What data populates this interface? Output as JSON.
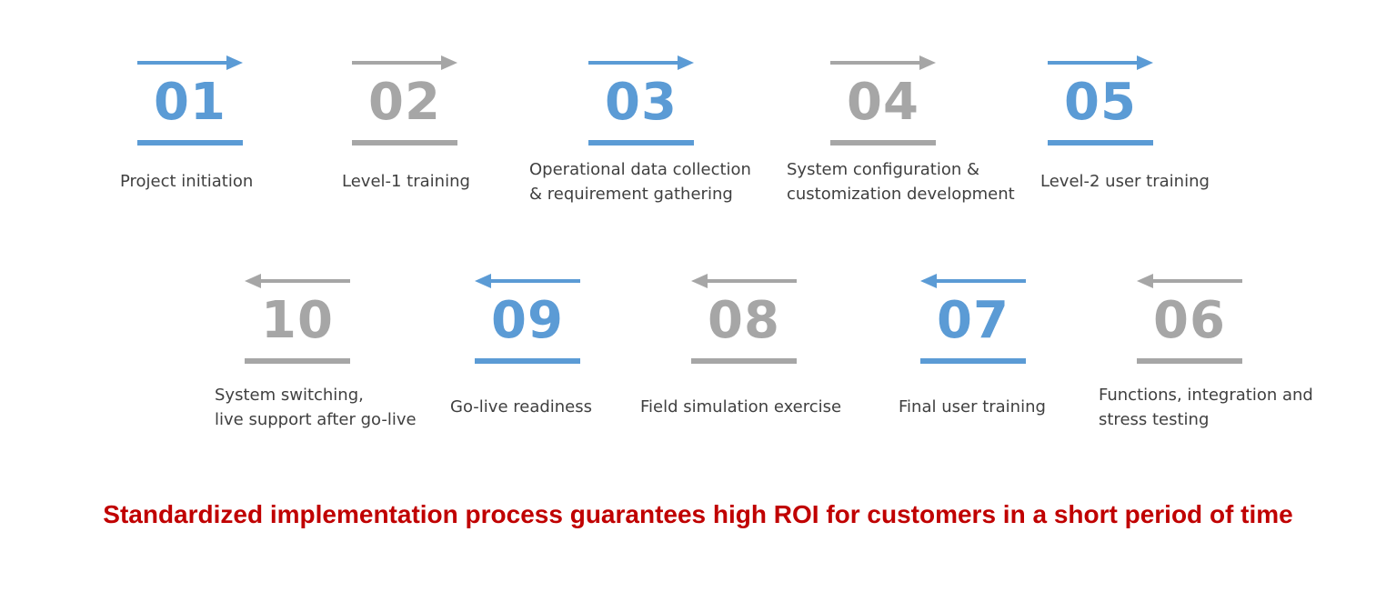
{
  "colors": {
    "blue": "#5b9bd5",
    "gray": "#a6a6a6",
    "label_text": "#404040",
    "footer_text": "#c00000"
  },
  "steps": [
    {
      "number": "01",
      "lines": [
        "Project initiation"
      ],
      "color": "#5b9bd5",
      "direction": "right"
    },
    {
      "number": "02",
      "lines": [
        "Level-1 training"
      ],
      "color": "#a6a6a6",
      "direction": "right"
    },
    {
      "number": "03",
      "lines": [
        "Operational data collection",
        "& requirement gathering"
      ],
      "color": "#5b9bd5",
      "direction": "right"
    },
    {
      "number": "04",
      "lines": [
        "System configuration &",
        "customization development"
      ],
      "color": "#a6a6a6",
      "direction": "right"
    },
    {
      "number": "05",
      "lines": [
        "Level-2 user training"
      ],
      "color": "#5b9bd5",
      "direction": "right"
    },
    {
      "number": "06",
      "lines": [
        "Functions, integration and",
        "stress testing"
      ],
      "color": "#a6a6a6",
      "direction": "left"
    },
    {
      "number": "07",
      "lines": [
        "Final user training"
      ],
      "color": "#5b9bd5",
      "direction": "left"
    },
    {
      "number": "08",
      "lines": [
        "Field simulation exercise"
      ],
      "color": "#a6a6a6",
      "direction": "left"
    },
    {
      "number": "09",
      "lines": [
        "Go-live readiness"
      ],
      "color": "#5b9bd5",
      "direction": "left"
    },
    {
      "number": "10",
      "lines": [
        "System switching,",
        "live support after go-live"
      ],
      "color": "#a6a6a6",
      "direction": "left"
    }
  ],
  "footer": "Standardized implementation process guarantees high ROI for customers in a short period of time"
}
